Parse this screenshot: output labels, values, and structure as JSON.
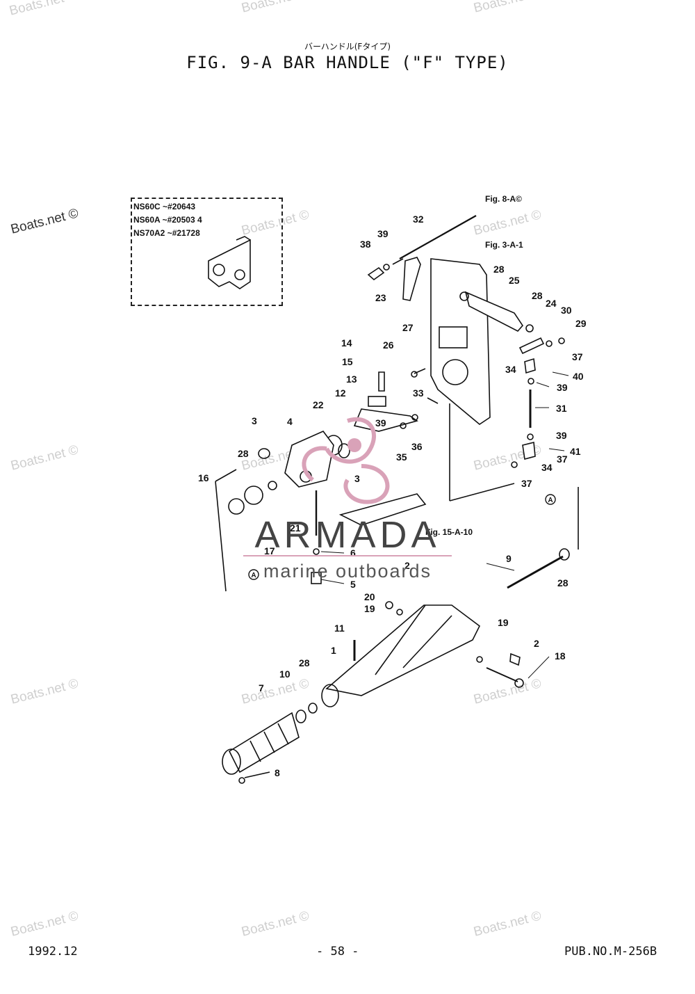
{
  "header": {
    "subtitle_jp": "バーハンドル(Fタイプ)",
    "title": "FIG.  9-A BAR HANDLE (\"F\" TYPE)"
  },
  "inset": {
    "lines": [
      "NS60C  ~#20643",
      "NS60A  ~#20503 4",
      "NS70A2 ~#21728"
    ]
  },
  "references": {
    "fig8": "Fig. 8-A©",
    "fig3": "Fig. 3-A-1",
    "fig15": "Fig. 15-A-10",
    "a_mark": "A"
  },
  "watermark": {
    "text": "Boats.net ©",
    "brand_name": "ARMADA",
    "brand_sub": "marine outboards",
    "brand_color": "#d9a2b8"
  },
  "callouts": [
    "1",
    "2",
    "2",
    "3",
    "3",
    "4",
    "5",
    "6",
    "7",
    "8",
    "9",
    "10",
    "11",
    "12",
    "13",
    "14",
    "15",
    "16",
    "17",
    "18",
    "19",
    "19",
    "20",
    "21",
    "22",
    "23",
    "24",
    "25",
    "26",
    "27",
    "28",
    "28",
    "28",
    "28",
    "28",
    "29",
    "30",
    "31",
    "32",
    "33",
    "34",
    "34",
    "35",
    "36",
    "37",
    "37",
    "37",
    "38",
    "39",
    "39",
    "39",
    "39",
    "40",
    "41"
  ],
  "footer": {
    "date": "1992.12",
    "page": "- 58 -",
    "pub": "PUB.NO.M-256B"
  }
}
